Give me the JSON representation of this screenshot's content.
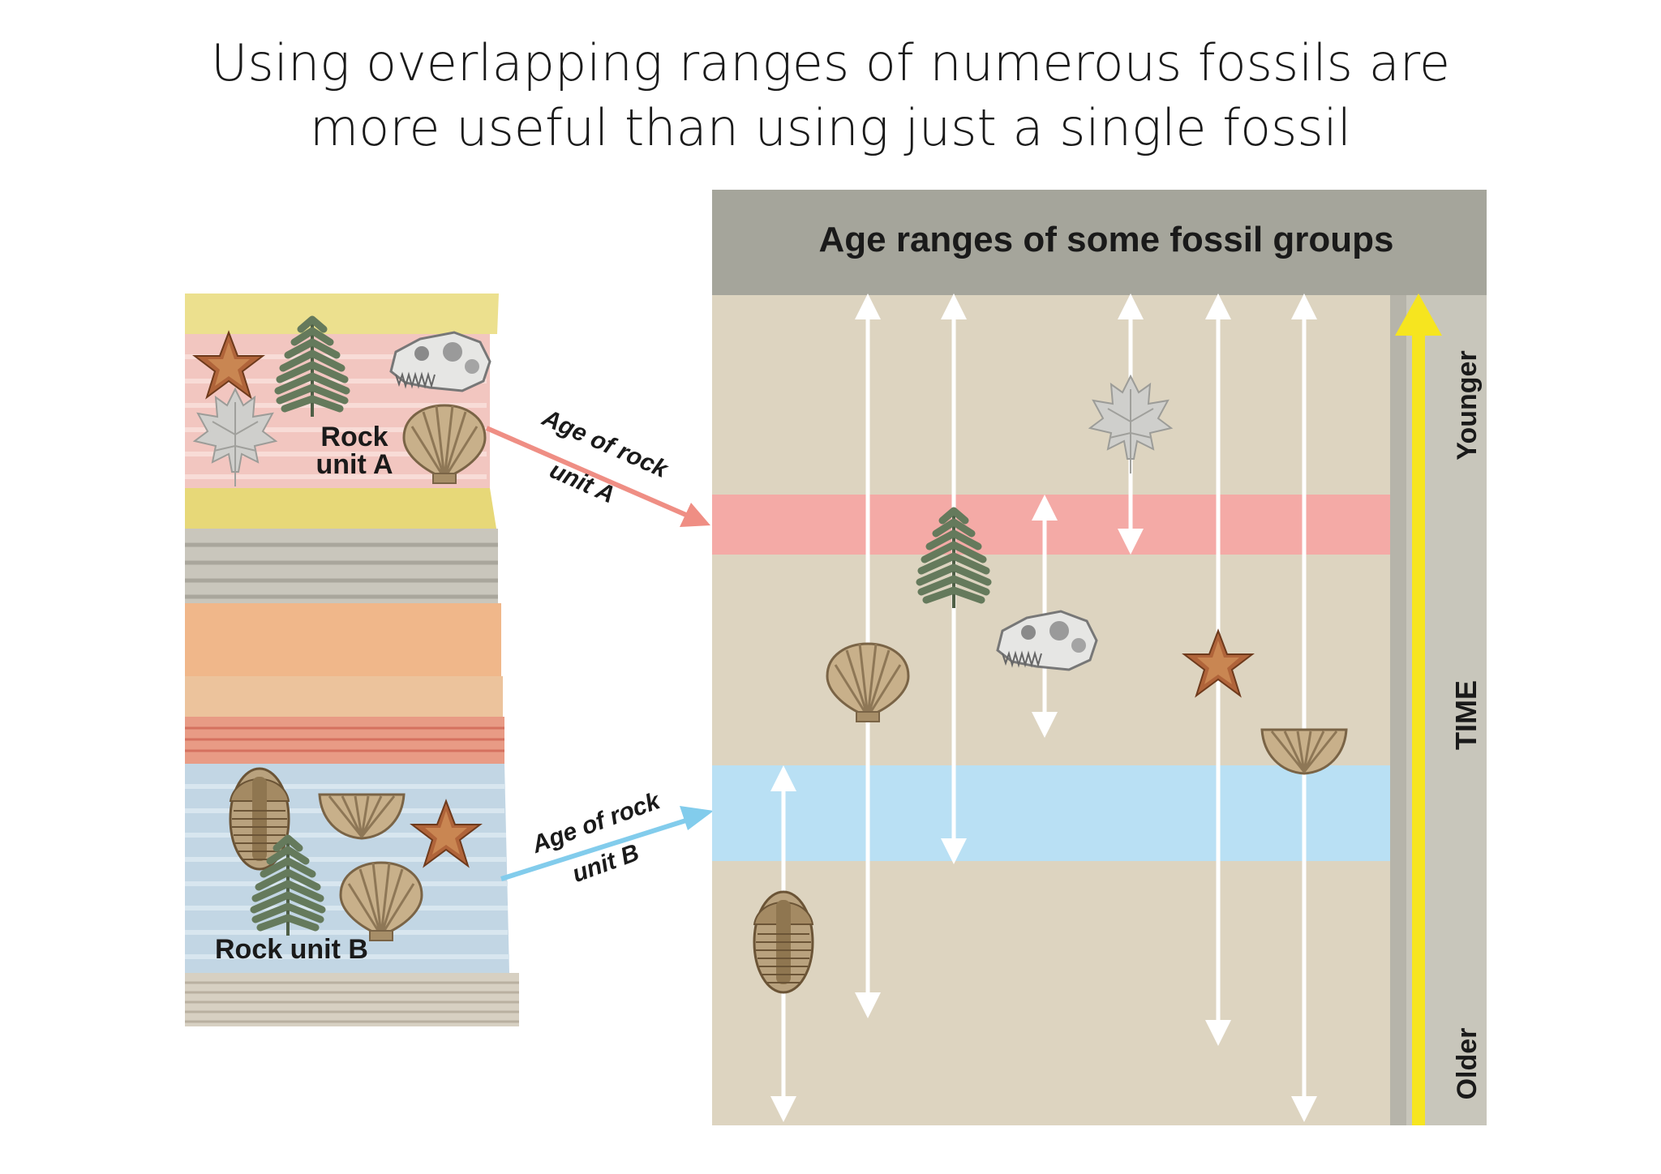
{
  "slide": {
    "title_line1": "Using overlapping ranges of numerous fossils are",
    "title_line2": "more useful than using just a single fossil"
  },
  "strata": {
    "rock_unit_a_line1": "Rock",
    "rock_unit_a_line2": "unit A",
    "rock_unit_b": "Rock unit B"
  },
  "callouts": {
    "age_a_line1": "Age of rock",
    "age_a_line2": "unit A",
    "age_b_line1": "Age of rock",
    "age_b_line2": "unit B"
  },
  "panel": {
    "header": "Age ranges of some fossil groups",
    "time_label": "TIME",
    "younger_label": "Younger",
    "older_label": "Older"
  },
  "colors": {
    "unit_a_band": "#f4aaa6",
    "unit_b_band": "#b9e0f4",
    "panel_bg": "#ddd4c0",
    "panel_header": "#a5a59b",
    "time_arrow": "#f6e51f",
    "arrow_a": "#ef8e84",
    "arrow_b": "#82ccec"
  },
  "fossil_groups": [
    {
      "name": "trilobite",
      "icon": "trilobite-icon"
    },
    {
      "name": "scallop",
      "icon": "scallop-shell-icon"
    },
    {
      "name": "fern",
      "icon": "fern-icon"
    },
    {
      "name": "dinosaur",
      "icon": "dinosaur-skull-icon"
    },
    {
      "name": "maple leaf",
      "icon": "maple-leaf-icon"
    },
    {
      "name": "starfish",
      "icon": "starfish-icon"
    },
    {
      "name": "brachiopod",
      "icon": "brachiopod-icon"
    }
  ]
}
